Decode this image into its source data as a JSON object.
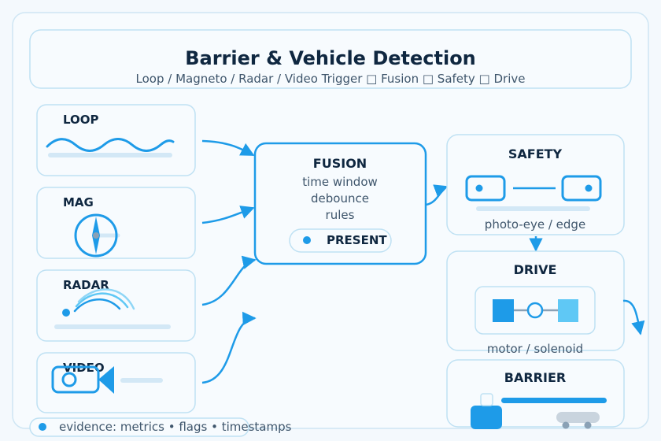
{
  "header": {
    "title": "Barrier & Vehicle Detection",
    "subtitle": "Loop / Magneto / Radar / Video Trigger □ Fusion □ Safety □ Drive"
  },
  "sensors": {
    "loop": "LOOP",
    "mag": "MAG",
    "radar": "RADAR",
    "video": "VIDEO"
  },
  "fusion": {
    "title": "FUSION",
    "line1": "time window",
    "line2": "debounce",
    "line3": "rules",
    "status": "PRESENT"
  },
  "safety": {
    "title": "SAFETY",
    "caption": "photo-eye / edge"
  },
  "drive": {
    "title": "DRIVE",
    "caption": "motor / solenoid"
  },
  "barrier": {
    "title": "BARRIER"
  },
  "footer": {
    "evidence": "evidence: metrics • flags • timestamps"
  },
  "colors": {
    "accent": "#1e9be8",
    "accent_light": "#5fc8f5",
    "border": "#bfe1f3",
    "text_dark": "#0f2740",
    "text_muted": "#3f566c",
    "track": "#d3e8f6"
  }
}
